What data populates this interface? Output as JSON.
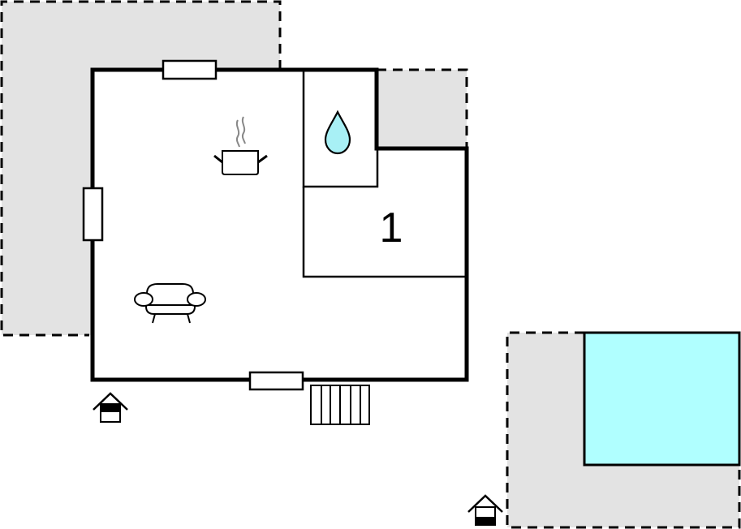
{
  "floorplan": {
    "colors": {
      "background": "#ffffff",
      "terrace": "#e3e3e3",
      "pool": "#b0ffff",
      "water_drop": "#a8f0f5",
      "wall": "#000000",
      "steam": "#888888"
    },
    "rooms": [
      {
        "id": "living-kitchen",
        "label": ""
      },
      {
        "id": "bathroom",
        "label": ""
      },
      {
        "id": "bedroom-1",
        "label": "1"
      }
    ],
    "icons": [
      "cooking-pot-icon",
      "sofa-icon",
      "water-drop-icon",
      "entrance-icon",
      "entrance-icon",
      "stairs-icon"
    ],
    "areas": [
      "terrace-left",
      "terrace-top-right",
      "pool-terrace",
      "swimming-pool"
    ]
  }
}
